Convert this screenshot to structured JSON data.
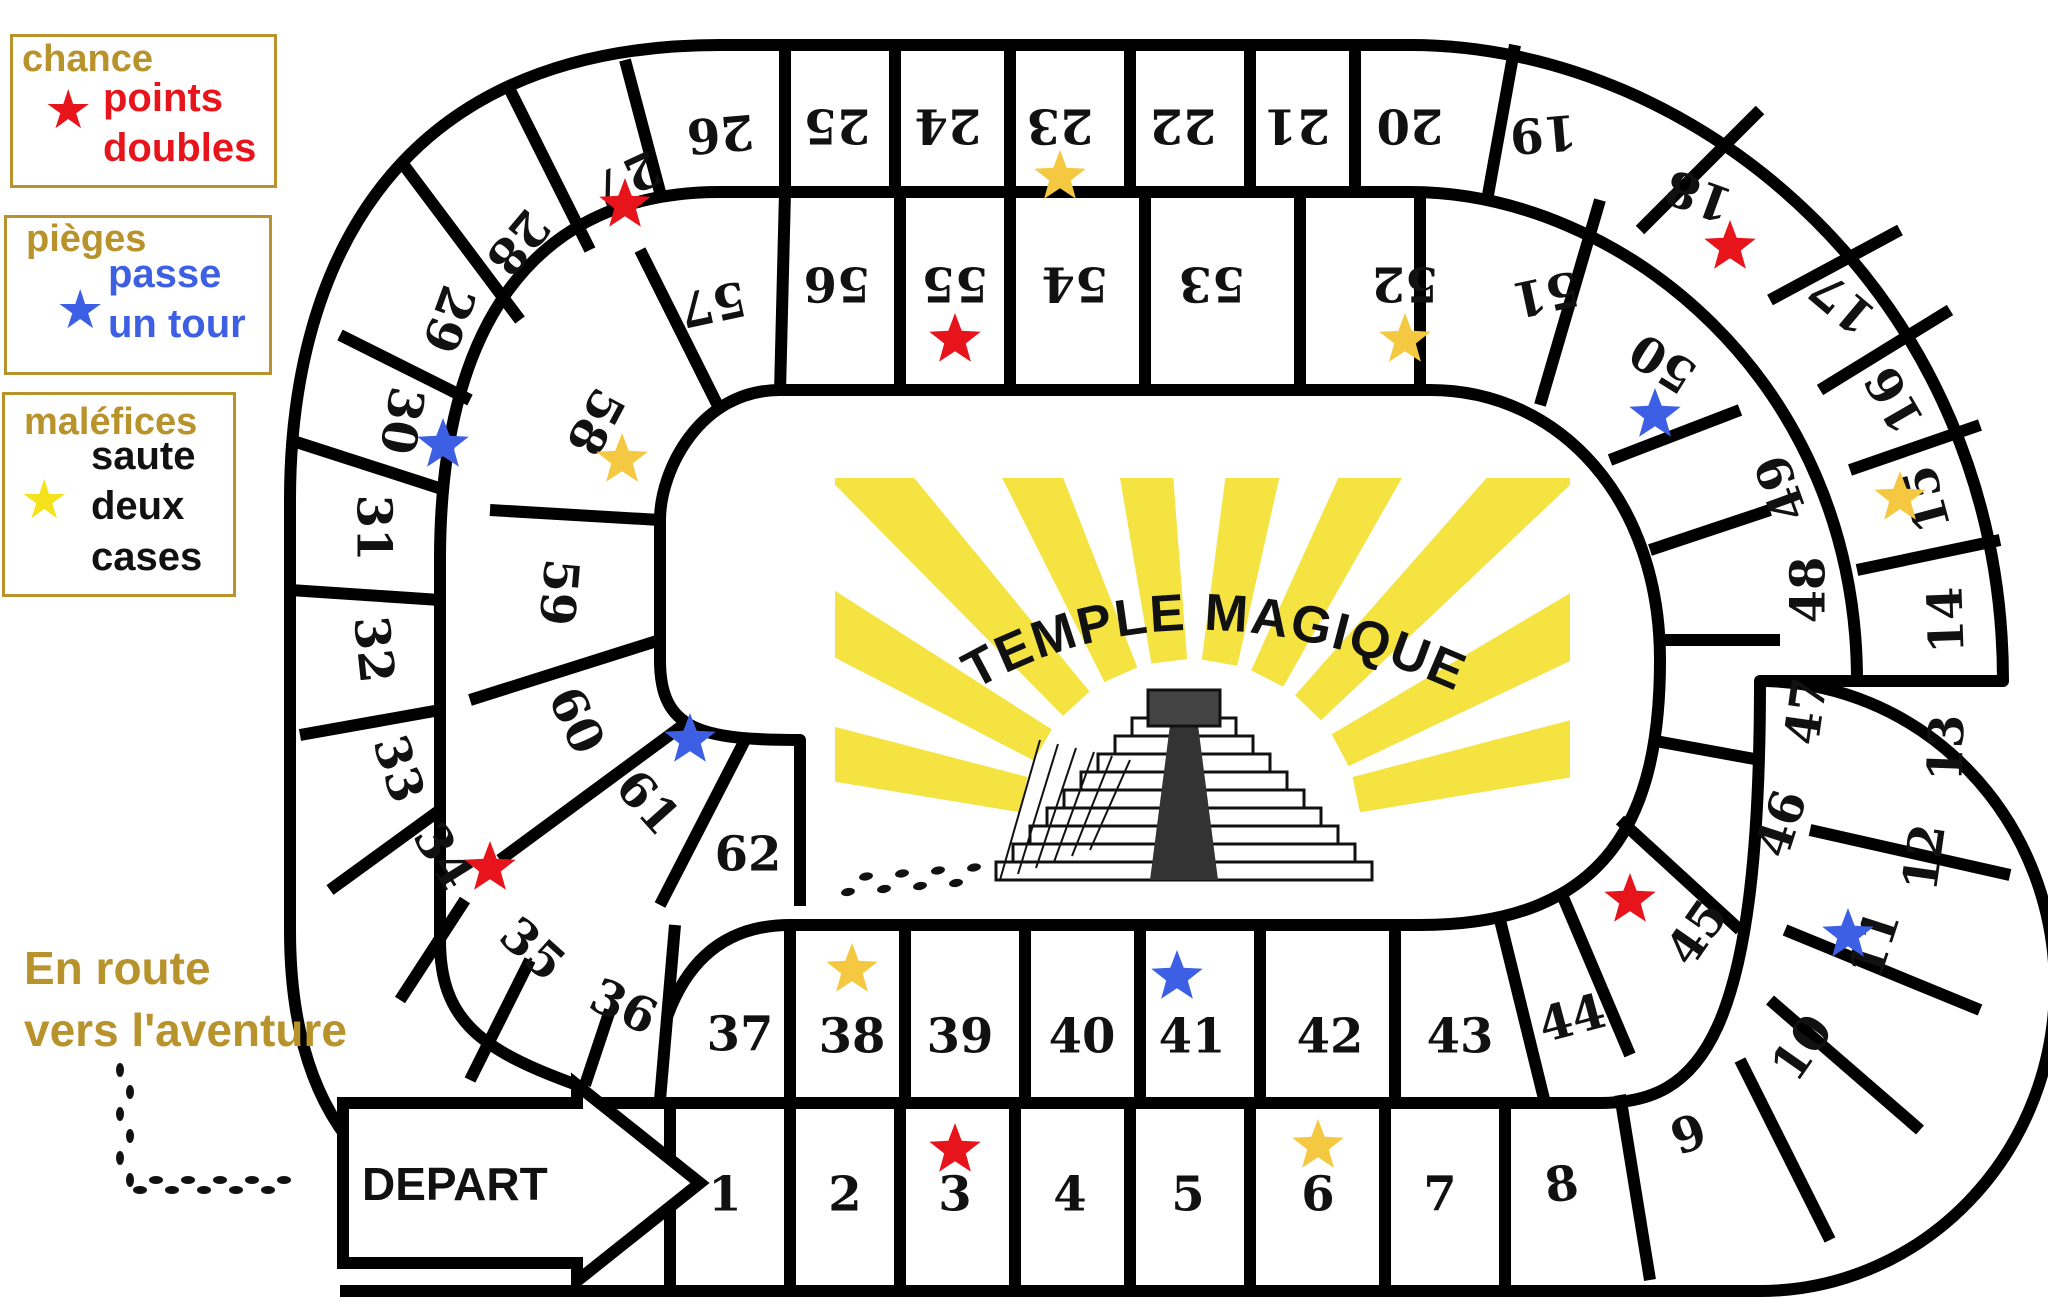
{
  "legend": [
    {
      "heading": "chance",
      "lines": [
        "points",
        "doubles"
      ],
      "star_color": "#e8141b",
      "text_color": "red"
    },
    {
      "heading": "pièges",
      "lines": [
        "passe",
        "un tour"
      ],
      "star_color": "#3d5fe3",
      "text_color": "blue"
    },
    {
      "heading": "maléfices",
      "lines": [
        "saute",
        "deux",
        "cases"
      ],
      "star_color": "#f5e21c",
      "text_color": "black"
    }
  ],
  "route_label": [
    "En route",
    "vers l'aventure"
  ],
  "depart_label": "DEPART",
  "temple_title": "TEMPLE MAGIQUE",
  "colors": {
    "chance": "#e8141b",
    "piege": "#3d5fe3",
    "malefice": "#f5c842",
    "accent": "#b8922a",
    "rays": "#f3e236"
  },
  "cells": [
    {
      "n": "1"
    },
    {
      "n": "2"
    },
    {
      "n": "3",
      "star": "chance"
    },
    {
      "n": "4"
    },
    {
      "n": "5"
    },
    {
      "n": "6",
      "star": "malefice"
    },
    {
      "n": "7"
    },
    {
      "n": "8"
    },
    {
      "n": "9"
    },
    {
      "n": "10"
    },
    {
      "n": "11",
      "star": "piege"
    },
    {
      "n": "12"
    },
    {
      "n": "13"
    },
    {
      "n": "14"
    },
    {
      "n": "15",
      "star": "malefice"
    },
    {
      "n": "16"
    },
    {
      "n": "17"
    },
    {
      "n": "18",
      "star": "chance"
    },
    {
      "n": "19"
    },
    {
      "n": "20"
    },
    {
      "n": "21"
    },
    {
      "n": "22"
    },
    {
      "n": "23",
      "star": "malefice"
    },
    {
      "n": "24"
    },
    {
      "n": "25"
    },
    {
      "n": "26"
    },
    {
      "n": "27",
      "star": "chance"
    },
    {
      "n": "28"
    },
    {
      "n": "29"
    },
    {
      "n": "30",
      "star": "piege"
    },
    {
      "n": "31"
    },
    {
      "n": "32"
    },
    {
      "n": "33"
    },
    {
      "n": "34",
      "star": "chance"
    },
    {
      "n": "35"
    },
    {
      "n": "36"
    },
    {
      "n": "37"
    },
    {
      "n": "38",
      "star": "malefice"
    },
    {
      "n": "39"
    },
    {
      "n": "40"
    },
    {
      "n": "41",
      "star": "piege"
    },
    {
      "n": "42"
    },
    {
      "n": "43"
    },
    {
      "n": "44"
    },
    {
      "n": "45",
      "star": "chance"
    },
    {
      "n": "46"
    },
    {
      "n": "47"
    },
    {
      "n": "48"
    },
    {
      "n": "49"
    },
    {
      "n": "50",
      "star": "piege"
    },
    {
      "n": "51"
    },
    {
      "n": "52",
      "star": "malefice"
    },
    {
      "n": "53"
    },
    {
      "n": "54"
    },
    {
      "n": "55",
      "star": "chance"
    },
    {
      "n": "56"
    },
    {
      "n": "57"
    },
    {
      "n": "58",
      "star": "malefice"
    },
    {
      "n": "59"
    },
    {
      "n": "60"
    },
    {
      "n": "61",
      "star": "piege"
    },
    {
      "n": "62"
    }
  ]
}
